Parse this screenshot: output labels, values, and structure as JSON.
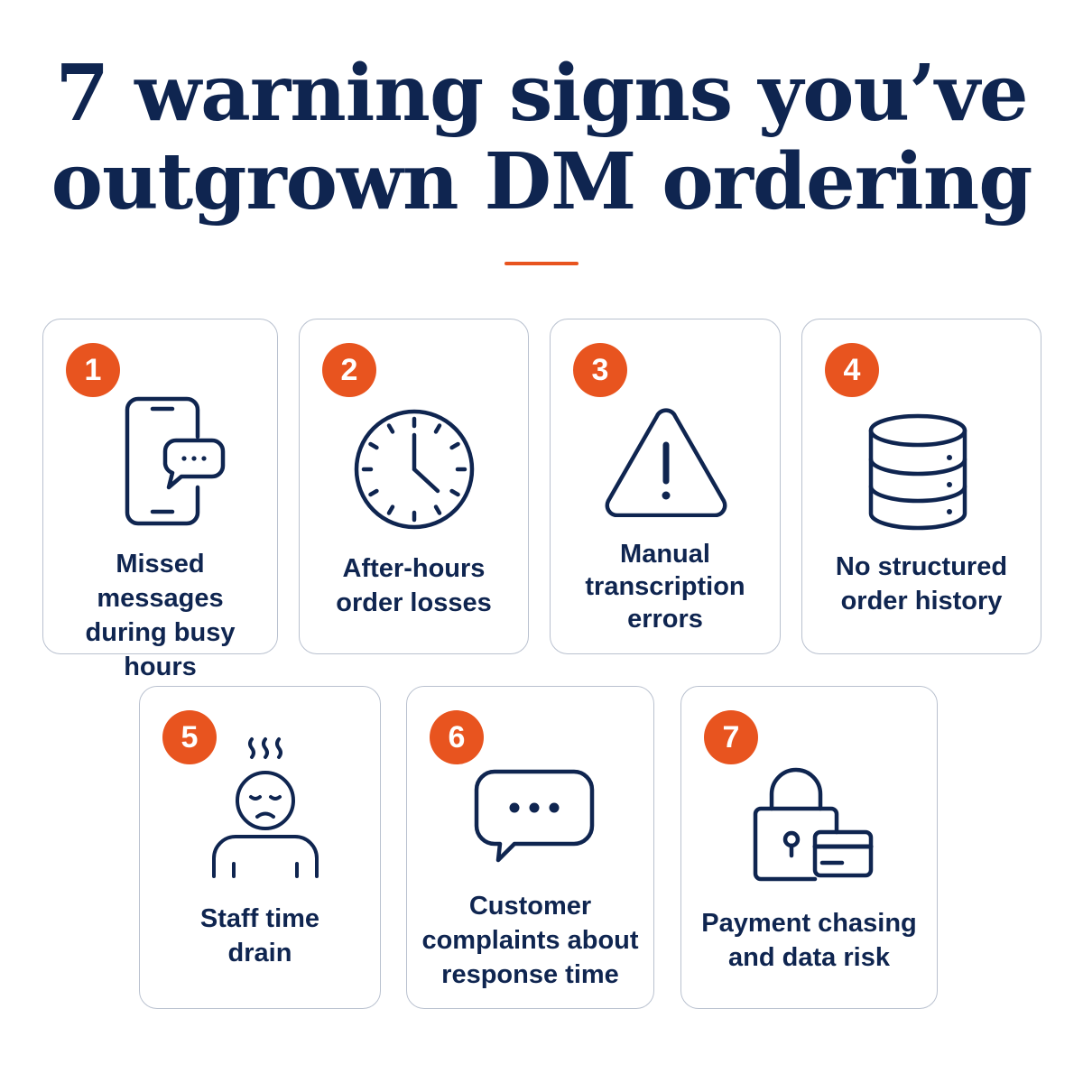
{
  "title": {
    "line1": "7 warning signs you’ve",
    "line2": "outgrown DM ordering"
  },
  "colors": {
    "accent": "#e8541f",
    "navy": "#0f2550",
    "card_border": "#b9c1cf"
  },
  "cards": [
    {
      "number": "1",
      "icon": "phone-chat-icon",
      "lines": [
        "Missed messages",
        "during busy hours"
      ]
    },
    {
      "number": "2",
      "icon": "clock-icon",
      "lines": [
        "After-hours",
        "order losses"
      ]
    },
    {
      "number": "3",
      "icon": "warning-triangle-icon",
      "lines": [
        "Manual",
        "transcription",
        "errors"
      ]
    },
    {
      "number": "4",
      "icon": "database-icon",
      "lines": [
        "No structured",
        "order history"
      ]
    },
    {
      "number": "5",
      "icon": "tired-person-icon",
      "lines": [
        "Staff time",
        "drain"
      ]
    },
    {
      "number": "6",
      "icon": "speech-bubble-icon",
      "lines": [
        "Customer",
        "complaints about",
        "response time"
      ]
    },
    {
      "number": "7",
      "icon": "lock-card-icon",
      "lines": [
        "Payment chasing",
        "and data risk"
      ]
    }
  ]
}
